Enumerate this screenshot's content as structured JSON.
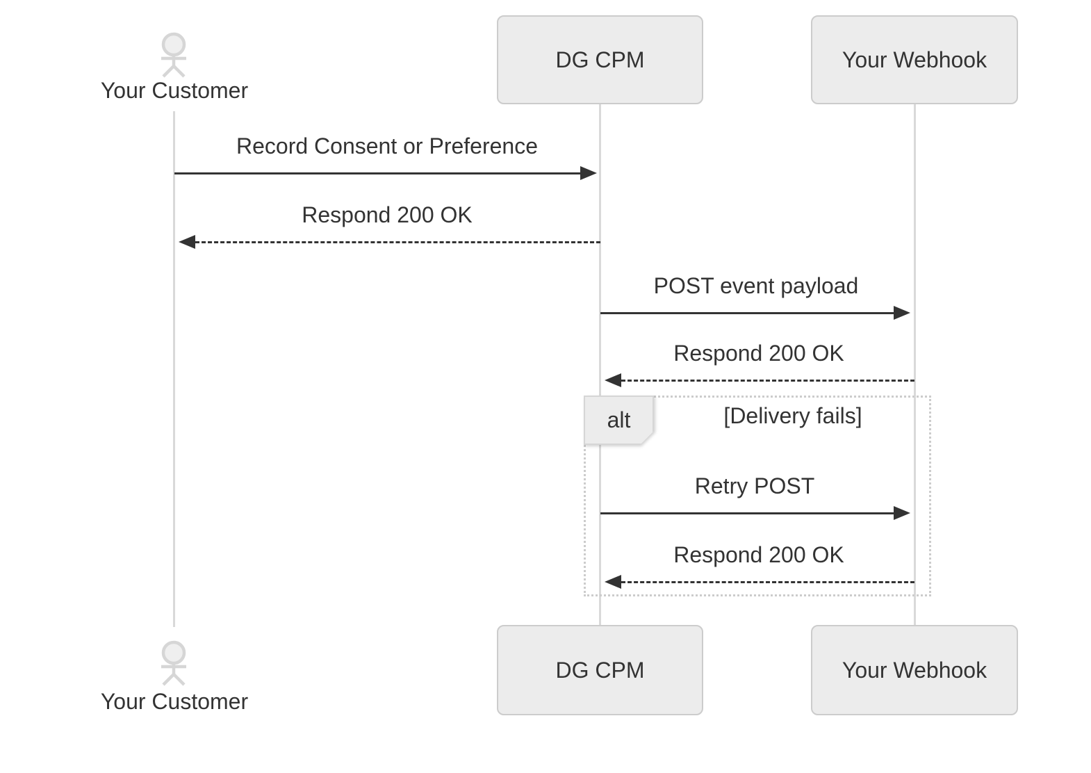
{
  "diagram": {
    "type": "sequence",
    "participants": [
      {
        "id": "customer",
        "kind": "actor",
        "label": "Your Customer"
      },
      {
        "id": "dg_cpm",
        "kind": "participant",
        "label": "DG CPM"
      },
      {
        "id": "webhook",
        "kind": "participant",
        "label": "Your Webhook"
      }
    ],
    "messages": [
      {
        "from": "customer",
        "to": "dg_cpm",
        "style": "solid",
        "label": "Record Consent or Preference",
        "inside_alt": false
      },
      {
        "from": "dg_cpm",
        "to": "customer",
        "style": "dashed",
        "label": "Respond 200 OK",
        "inside_alt": false
      },
      {
        "from": "dg_cpm",
        "to": "webhook",
        "style": "solid",
        "label": "POST event payload",
        "inside_alt": false
      },
      {
        "from": "webhook",
        "to": "dg_cpm",
        "style": "dashed",
        "label": "Respond 200 OK",
        "inside_alt": false
      },
      {
        "from": "dg_cpm",
        "to": "webhook",
        "style": "solid",
        "label": "Retry POST",
        "inside_alt": true
      },
      {
        "from": "webhook",
        "to": "dg_cpm",
        "style": "dashed",
        "label": "Respond 200 OK",
        "inside_alt": true
      }
    ],
    "alt_frame": {
      "operator": "alt",
      "condition": "[Delivery fails]"
    },
    "colors": {
      "background": "#ffffff",
      "participant_fill": "#ececec",
      "participant_border": "#cccccc",
      "lifeline": "#d9d9d9",
      "actor_figure": "#d6d6d6",
      "message_ink": "#333333",
      "frame_border": "#cccccc",
      "operator_tab_fill": "#ececec"
    }
  }
}
